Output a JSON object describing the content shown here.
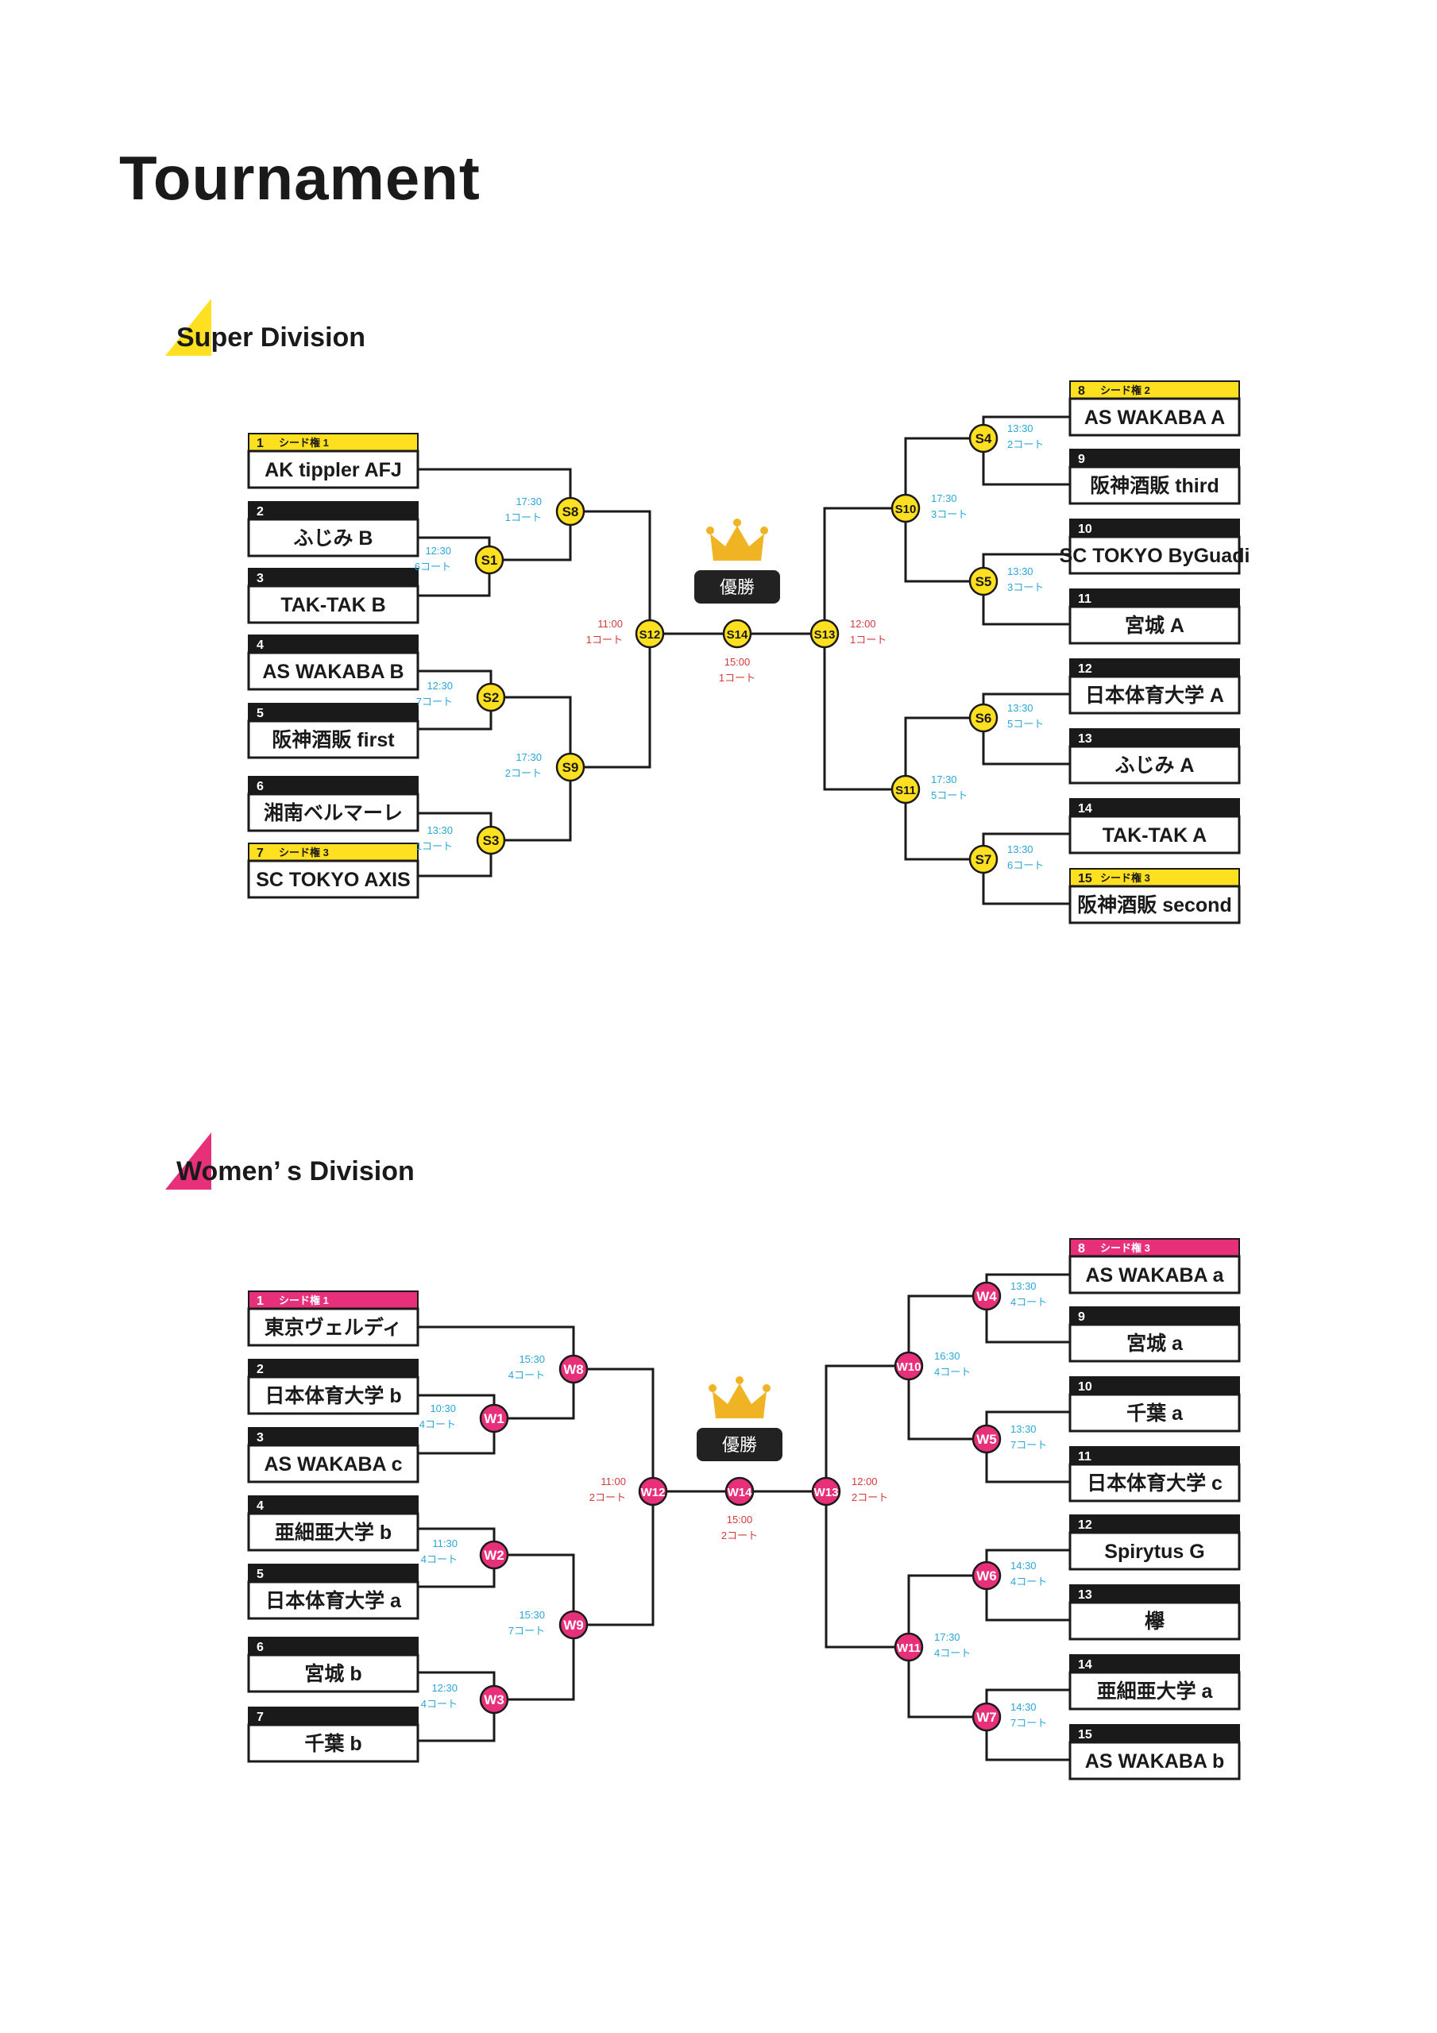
{
  "page_title": "Tournament",
  "divisions": [
    {
      "key": "super",
      "title": "Super Division",
      "accent": "#FFE020",
      "match_prefix": "S",
      "champion_label": "優勝",
      "teams": [
        {
          "num": "1",
          "seed": "シード権 1",
          "name": "AK tippler AFJ"
        },
        {
          "num": "2",
          "seed": "",
          "name": "ふじみ B"
        },
        {
          "num": "3",
          "seed": "",
          "name": "TAK-TAK B"
        },
        {
          "num": "4",
          "seed": "",
          "name": "AS WAKABA B"
        },
        {
          "num": "5",
          "seed": "",
          "name": "阪神酒販 first"
        },
        {
          "num": "6",
          "seed": "",
          "name": "湘南ベルマーレ"
        },
        {
          "num": "7",
          "seed": "シード権 3",
          "name": "SC TOKYO AXIS"
        },
        {
          "num": "8",
          "seed": "シード権 2",
          "name": "AS WAKABA A"
        },
        {
          "num": "9",
          "seed": "",
          "name": "阪神酒販 third"
        },
        {
          "num": "10",
          "seed": "",
          "name": "SC TOKYO ByGuadi"
        },
        {
          "num": "11",
          "seed": "",
          "name": "宮城 A"
        },
        {
          "num": "12",
          "seed": "",
          "name": "日本体育大学 A"
        },
        {
          "num": "13",
          "seed": "",
          "name": "ふじみ A"
        },
        {
          "num": "14",
          "seed": "",
          "name": "TAK-TAK A"
        },
        {
          "num": "15",
          "seed": "シード権 3",
          "name": "阪神酒販 second"
        }
      ],
      "matches": [
        {
          "id": "S1",
          "time": "12:30",
          "court": "6コート"
        },
        {
          "id": "S2",
          "time": "12:30",
          "court": "7コート"
        },
        {
          "id": "S3",
          "time": "13:30",
          "court": "1コート"
        },
        {
          "id": "S4",
          "time": "13:30",
          "court": "2コート"
        },
        {
          "id": "S5",
          "time": "13:30",
          "court": "3コート"
        },
        {
          "id": "S6",
          "time": "13:30",
          "court": "5コート"
        },
        {
          "id": "S7",
          "time": "13:30",
          "court": "6コート"
        },
        {
          "id": "S8",
          "time": "17:30",
          "court": "1コート"
        },
        {
          "id": "S9",
          "time": "17:30",
          "court": "2コート"
        },
        {
          "id": "S10",
          "time": "17:30",
          "court": "3コート"
        },
        {
          "id": "S11",
          "time": "17:30",
          "court": "5コート"
        },
        {
          "id": "S12",
          "time": "11:00",
          "court": "1コート"
        },
        {
          "id": "S13",
          "time": "12:00",
          "court": "1コート"
        },
        {
          "id": "S14",
          "time": "15:00",
          "court": "1コート"
        }
      ]
    },
    {
      "key": "women",
      "title": "Women’ s Division",
      "accent": "#E8307A",
      "match_prefix": "W",
      "champion_label": "優勝",
      "teams": [
        {
          "num": "1",
          "seed": "シード権 1",
          "name": "東京ヴェルディ"
        },
        {
          "num": "2",
          "seed": "",
          "name": "日本体育大学 b"
        },
        {
          "num": "3",
          "seed": "",
          "name": "AS WAKABA c"
        },
        {
          "num": "4",
          "seed": "",
          "name": "亜細亜大学 b"
        },
        {
          "num": "5",
          "seed": "",
          "name": "日本体育大学 a"
        },
        {
          "num": "6",
          "seed": "",
          "name": "宮城 b"
        },
        {
          "num": "7",
          "seed": "",
          "name": "千葉 b"
        },
        {
          "num": "8",
          "seed": "シード権 3",
          "name": "AS WAKABA a"
        },
        {
          "num": "9",
          "seed": "",
          "name": "宮城 a"
        },
        {
          "num": "10",
          "seed": "",
          "name": "千葉 a"
        },
        {
          "num": "11",
          "seed": "",
          "name": "日本体育大学 c"
        },
        {
          "num": "12",
          "seed": "",
          "name": "Spirytus G"
        },
        {
          "num": "13",
          "seed": "",
          "name": "欅"
        },
        {
          "num": "14",
          "seed": "",
          "name": "亜細亜大学 a"
        },
        {
          "num": "15",
          "seed": "",
          "name": "AS WAKABA b"
        }
      ],
      "matches": [
        {
          "id": "W1",
          "time": "10:30",
          "court": "4コート"
        },
        {
          "id": "W2",
          "time": "11:30",
          "court": "4コート"
        },
        {
          "id": "W3",
          "time": "12:30",
          "court": "4コート"
        },
        {
          "id": "W4",
          "time": "13:30",
          "court": "4コート"
        },
        {
          "id": "W5",
          "time": "13:30",
          "court": "7コート"
        },
        {
          "id": "W6",
          "time": "14:30",
          "court": "4コート"
        },
        {
          "id": "W7",
          "time": "14:30",
          "court": "7コート"
        },
        {
          "id": "W8",
          "time": "15:30",
          "court": "4コート"
        },
        {
          "id": "W9",
          "time": "15:30",
          "court": "7コート"
        },
        {
          "id": "W10",
          "time": "16:30",
          "court": "4コート"
        },
        {
          "id": "W11",
          "time": "17:30",
          "court": "4コート"
        },
        {
          "id": "W12",
          "time": "11:00",
          "court": "2コート"
        },
        {
          "id": "W13",
          "time": "12:00",
          "court": "2コート"
        },
        {
          "id": "W14",
          "time": "15:00",
          "court": "2コート"
        }
      ]
    }
  ],
  "colors": {
    "line": "#1a1a1a",
    "schedule_blue": "#2AA7D6",
    "schedule_red": "#D33A3A",
    "crown": "#F0B323"
  }
}
